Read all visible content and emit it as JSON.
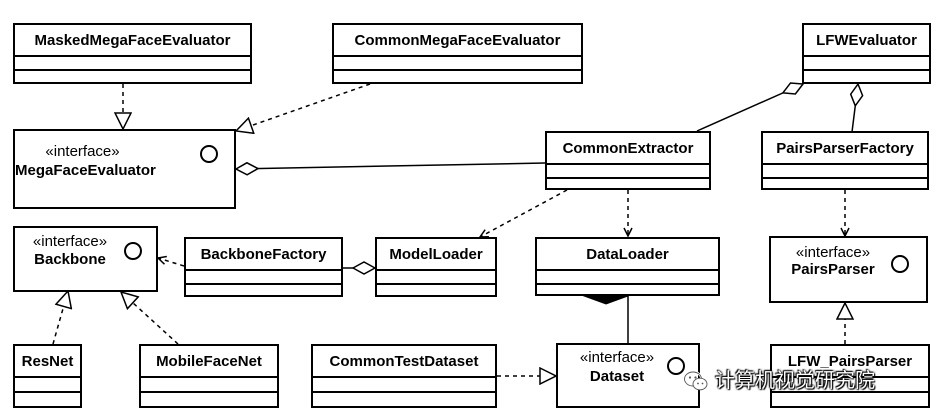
{
  "classes": {
    "masked": "MaskedMegaFaceEvaluator",
    "commonMega": "CommonMegaFaceEvaluator",
    "lfw": "LFWEvaluator",
    "commonExtractor": "CommonExtractor",
    "pairsParserFactory": "PairsParserFactory",
    "backboneFactory": "BackboneFactory",
    "modelLoader": "ModelLoader",
    "dataLoader": "DataLoader",
    "resnet": "ResNet",
    "mobileFaceNet": "MobileFaceNet",
    "commonTestDataset": "CommonTestDataset",
    "lfwPairsParser": "LFW_PairsParser"
  },
  "interfaces": {
    "stereotype": "«interface»",
    "megaFace": "MegaFaceEvaluator",
    "backbone": "Backbone",
    "pairsParser": "PairsParser",
    "dataset": "Dataset"
  },
  "watermark": {
    "text": "计算机视觉研究院"
  },
  "colors": {
    "line": "#000000",
    "fill": "#ffffff"
  }
}
